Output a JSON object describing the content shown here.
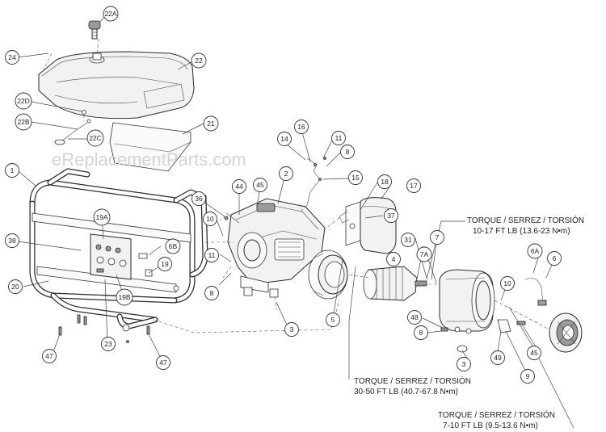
{
  "watermark": "eReplacementParts.com",
  "callouts": [
    {
      "id": "c22a",
      "label": "22A"
    },
    {
      "id": "c24",
      "label": "24"
    },
    {
      "id": "c22",
      "label": "22"
    },
    {
      "id": "c22d",
      "label": "22D"
    },
    {
      "id": "c22b",
      "label": "22B"
    },
    {
      "id": "c22c",
      "label": "22C"
    },
    {
      "id": "c21",
      "label": "21"
    },
    {
      "id": "c1",
      "label": "1"
    },
    {
      "id": "c16",
      "label": "16"
    },
    {
      "id": "c11a",
      "label": "11"
    },
    {
      "id": "c14",
      "label": "14"
    },
    {
      "id": "c8a",
      "label": "8"
    },
    {
      "id": "c15",
      "label": "15"
    },
    {
      "id": "c2",
      "label": "2"
    },
    {
      "id": "c44",
      "label": "44"
    },
    {
      "id": "c45a",
      "label": "45"
    },
    {
      "id": "c18",
      "label": "18"
    },
    {
      "id": "c17",
      "label": "17"
    },
    {
      "id": "c36",
      "label": "36"
    },
    {
      "id": "c37",
      "label": "37"
    },
    {
      "id": "c10a",
      "label": "10"
    },
    {
      "id": "c19a",
      "label": "19A"
    },
    {
      "id": "c38",
      "label": "38"
    },
    {
      "id": "c6b",
      "label": "6B"
    },
    {
      "id": "c11b",
      "label": "11"
    },
    {
      "id": "c31",
      "label": "31"
    },
    {
      "id": "c7",
      "label": "7"
    },
    {
      "id": "c4",
      "label": "4"
    },
    {
      "id": "c7a",
      "label": "7A"
    },
    {
      "id": "c6a",
      "label": "6A"
    },
    {
      "id": "c6",
      "label": "6"
    },
    {
      "id": "c19",
      "label": "19"
    },
    {
      "id": "c20",
      "label": "20"
    },
    {
      "id": "c8b",
      "label": "8"
    },
    {
      "id": "c19b",
      "label": "19B"
    },
    {
      "id": "c10b",
      "label": "10"
    },
    {
      "id": "c5",
      "label": "5"
    },
    {
      "id": "c3a",
      "label": "3"
    },
    {
      "id": "c48",
      "label": "48"
    },
    {
      "id": "c8c",
      "label": "8"
    },
    {
      "id": "c23",
      "label": "23"
    },
    {
      "id": "c47a",
      "label": "47"
    },
    {
      "id": "c47b",
      "label": "47"
    },
    {
      "id": "c3b",
      "label": "3"
    },
    {
      "id": "c49",
      "label": "49"
    },
    {
      "id": "c45b",
      "label": "45"
    },
    {
      "id": "c9",
      "label": "9"
    }
  ],
  "torque_notes": [
    {
      "line1": "TORQUE / SERREZ / TORSIÓN",
      "line2": "10-17 FT LB (13.6-23 N•m)"
    },
    {
      "line1": "TORQUE / SERREZ / TORSIÓN",
      "line2": "30-50 FT LB (40.7-67.8 N•m)"
    },
    {
      "line1": "TORQUE / SERREZ / TORSIÓN",
      "line2": "7-10 FT LB (9.5-13.6 N•m)"
    }
  ]
}
